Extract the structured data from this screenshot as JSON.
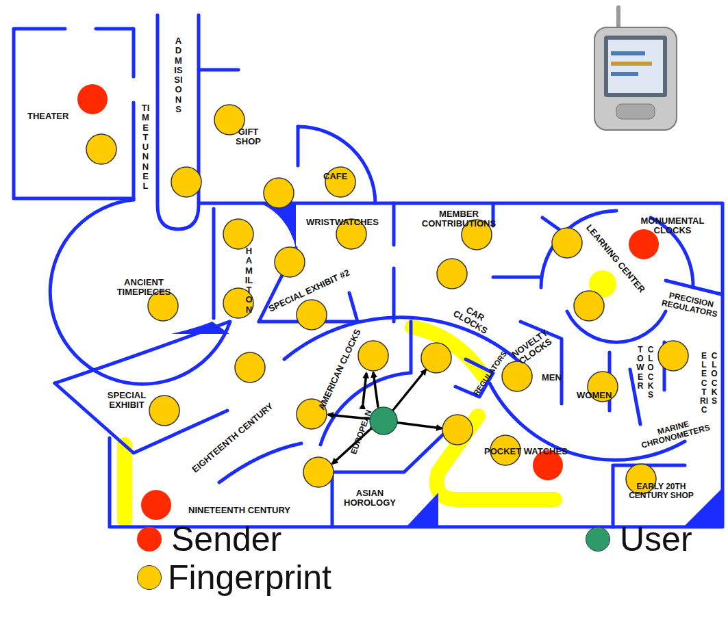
{
  "diagram": {
    "labels": [
      "THEATER",
      "TIME TUNNEL",
      "ADMISSIONS",
      "GIFT SHOP",
      "CAFE",
      "HAMILTON",
      "WRISTWATCHES",
      "MEMBER CONTRIBUTIONS",
      "MONUMENTAL CLOCKS",
      "LEARNING CENTER",
      "ANCIENT TIMEPIECES",
      "SPECIAL EXHIBIT #2",
      "CAR CLOCKS",
      "NOVELTY CLOCKS",
      "PRECISION REGULATORS",
      "TOWER CLOCKS",
      "ELECTRIC CLOCKS",
      "AMERICAN CLOCKS",
      "REGULATORS",
      "EUROPEAN",
      "MEN",
      "WOMEN",
      "MARINE CHRONOMETERS",
      "POCKET WATCHES",
      "EARLY 20TH CENTURY SHOP",
      "ASIAN HOROLOGY",
      "NINETEENTH CENTURY",
      "SPECIAL EXHIBIT",
      "EIGHTEENTH CENTURY"
    ],
    "legend": [
      {
        "text": "Sender",
        "color": "#ff2a00"
      },
      {
        "text": "User",
        "color": "#2e9a6a"
      },
      {
        "text": "Fingerprint",
        "color": "#ffcc00"
      }
    ]
  }
}
